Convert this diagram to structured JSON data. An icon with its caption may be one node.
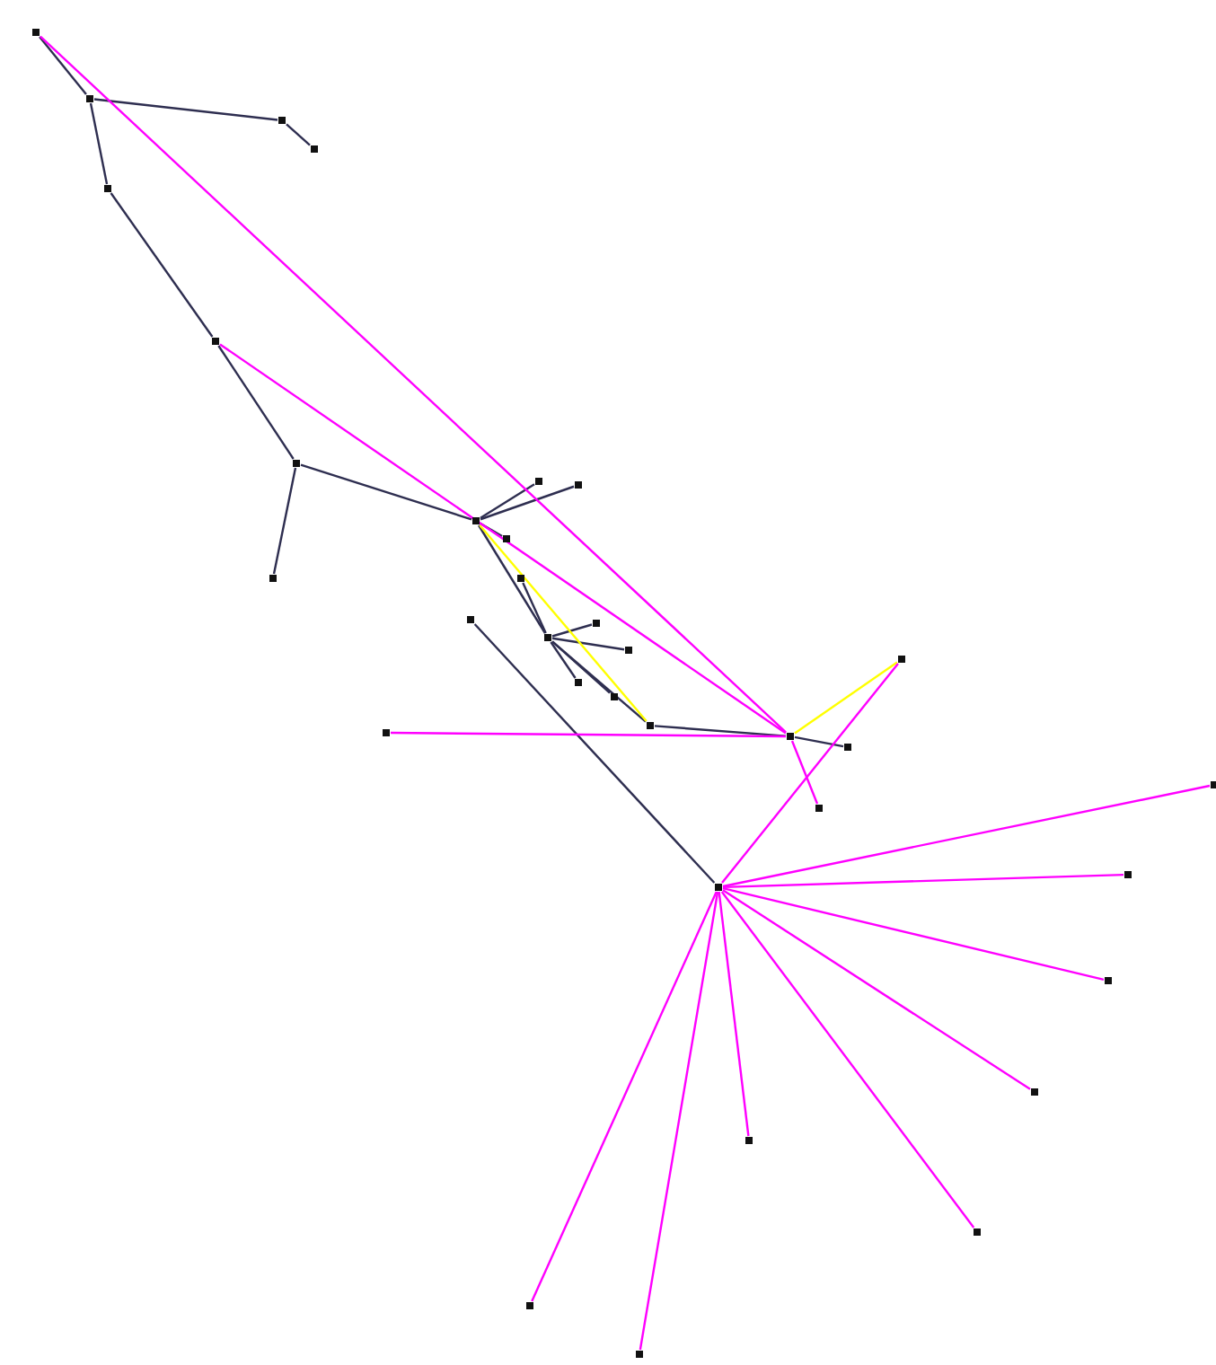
{
  "diagram": {
    "nodes": [
      {
        "text": [],
        "shape": "box"
      },
      {
        "text": [],
        "shape": "box"
      },
      {
        "text": [],
        "shape": "box"
      },
      {
        "text": [],
        "shape": "box"
      },
      {
        "text": [],
        "shape": "box"
      },
      {
        "text": [],
        "shape": "box"
      },
      {
        "text": [],
        "shape": "box"
      },
      {
        "text": [],
        "shape": "box"
      },
      {
        "text": [],
        "shape": "box"
      },
      {
        "text": [],
        "shape": "box"
      },
      {
        "text": [],
        "shape": "box"
      },
      {
        "text": [],
        "shape": "box"
      },
      {
        "text": [],
        "shape": "box"
      },
      {
        "text": [],
        "shape": "box"
      },
      {
        "text": [],
        "shape": "box"
      },
      {
        "text": [],
        "shape": "box"
      },
      {
        "text": [],
        "shape": "box"
      },
      {
        "text": [],
        "shape": "box"
      },
      {
        "text": [],
        "shape": "box"
      },
      {
        "text": [],
        "shape": "box"
      },
      {
        "text": [],
        "shape": "box"
      },
      {
        "text": [],
        "shape": "box"
      },
      {
        "text": [],
        "shape": "box"
      },
      {
        "text": [],
        "shape": "box"
      },
      {
        "text": [],
        "shape": "box"
      },
      {
        "text": [],
        "shape": "box"
      },
      {
        "text": [],
        "shape": "box"
      },
      {
        "text": [],
        "shape": "box"
      },
      {
        "text": [],
        "shape": "box"
      },
      {
        "text": [],
        "shape": "box"
      },
      {
        "text": [],
        "shape": "box"
      },
      {
        "text": [],
        "shape": "box"
      },
      {
        "text": [],
        "shape": "box"
      },
      {
        "text": [],
        "shape": "box"
      }
    ],
    "edges": [
      {
        "from": 0,
        "to": 1,
        "arrow": "none"
      },
      {
        "from": 1,
        "to": 2,
        "arrow": "none"
      },
      {
        "from": 2,
        "to": 3,
        "arrow": "none"
      },
      {
        "from": 1,
        "to": 4,
        "arrow": "none"
      },
      {
        "from": 4,
        "to": 5,
        "arrow": "none"
      },
      {
        "from": 5,
        "to": 6,
        "arrow": "none"
      },
      {
        "from": 6,
        "to": 7,
        "arrow": "none"
      },
      {
        "from": 6,
        "to": 8,
        "arrow": "none"
      },
      {
        "from": 8,
        "to": 9,
        "arrow": "none"
      },
      {
        "from": 8,
        "to": 10,
        "arrow": "none"
      },
      {
        "from": 8,
        "to": 33,
        "arrow": "none"
      },
      {
        "from": 8,
        "to": 11,
        "arrow": "none"
      },
      {
        "from": 11,
        "to": 12,
        "arrow": "none"
      },
      {
        "from": 12,
        "to": 13,
        "arrow": "none"
      },
      {
        "from": 13,
        "to": 14,
        "arrow": "none"
      },
      {
        "from": 11,
        "to": 28,
        "arrow": "none"
      },
      {
        "from": 11,
        "to": 29,
        "arrow": "none"
      },
      {
        "from": 11,
        "to": 30,
        "arrow": "none"
      },
      {
        "from": 11,
        "to": 31,
        "arrow": "none"
      },
      {
        "from": 11,
        "to": 32,
        "arrow": "none"
      },
      {
        "from": 18,
        "to": 19,
        "arrow": "none"
      },
      {
        "from": 8,
        "to": 12,
        "arrow": "none",
        "color": "#ffff00"
      },
      {
        "from": 13,
        "to": 15,
        "arrow": "none",
        "color": "#ffff00"
      },
      {
        "from": 0,
        "to": 13,
        "arrow": "none",
        "color": "#ff00ff"
      },
      {
        "from": 5,
        "to": 13,
        "arrow": "none",
        "color": "#ff00ff"
      },
      {
        "from": 17,
        "to": 13,
        "arrow": "none",
        "color": "#ff00ff"
      },
      {
        "from": 13,
        "to": 16,
        "arrow": "none",
        "color": "#ff00ff"
      },
      {
        "from": 19,
        "to": 15,
        "arrow": "none",
        "color": "#ff00ff"
      },
      {
        "from": 19,
        "to": 20,
        "arrow": "none",
        "color": "#ff00ff"
      },
      {
        "from": 19,
        "to": 21,
        "arrow": "none",
        "color": "#ff00ff"
      },
      {
        "from": 19,
        "to": 22,
        "arrow": "none",
        "color": "#ff00ff"
      },
      {
        "from": 19,
        "to": 23,
        "arrow": "none",
        "color": "#ff00ff"
      },
      {
        "from": 19,
        "to": 24,
        "arrow": "none",
        "color": "#ff00ff"
      },
      {
        "from": 19,
        "to": 25,
        "arrow": "none",
        "color": "#ff00ff"
      },
      {
        "from": 19,
        "to": 26,
        "arrow": "none",
        "color": "#ff00ff"
      },
      {
        "from": 19,
        "to": 27,
        "arrow": "none",
        "color": "#ff00ff"
      }
    ]
  }
}
